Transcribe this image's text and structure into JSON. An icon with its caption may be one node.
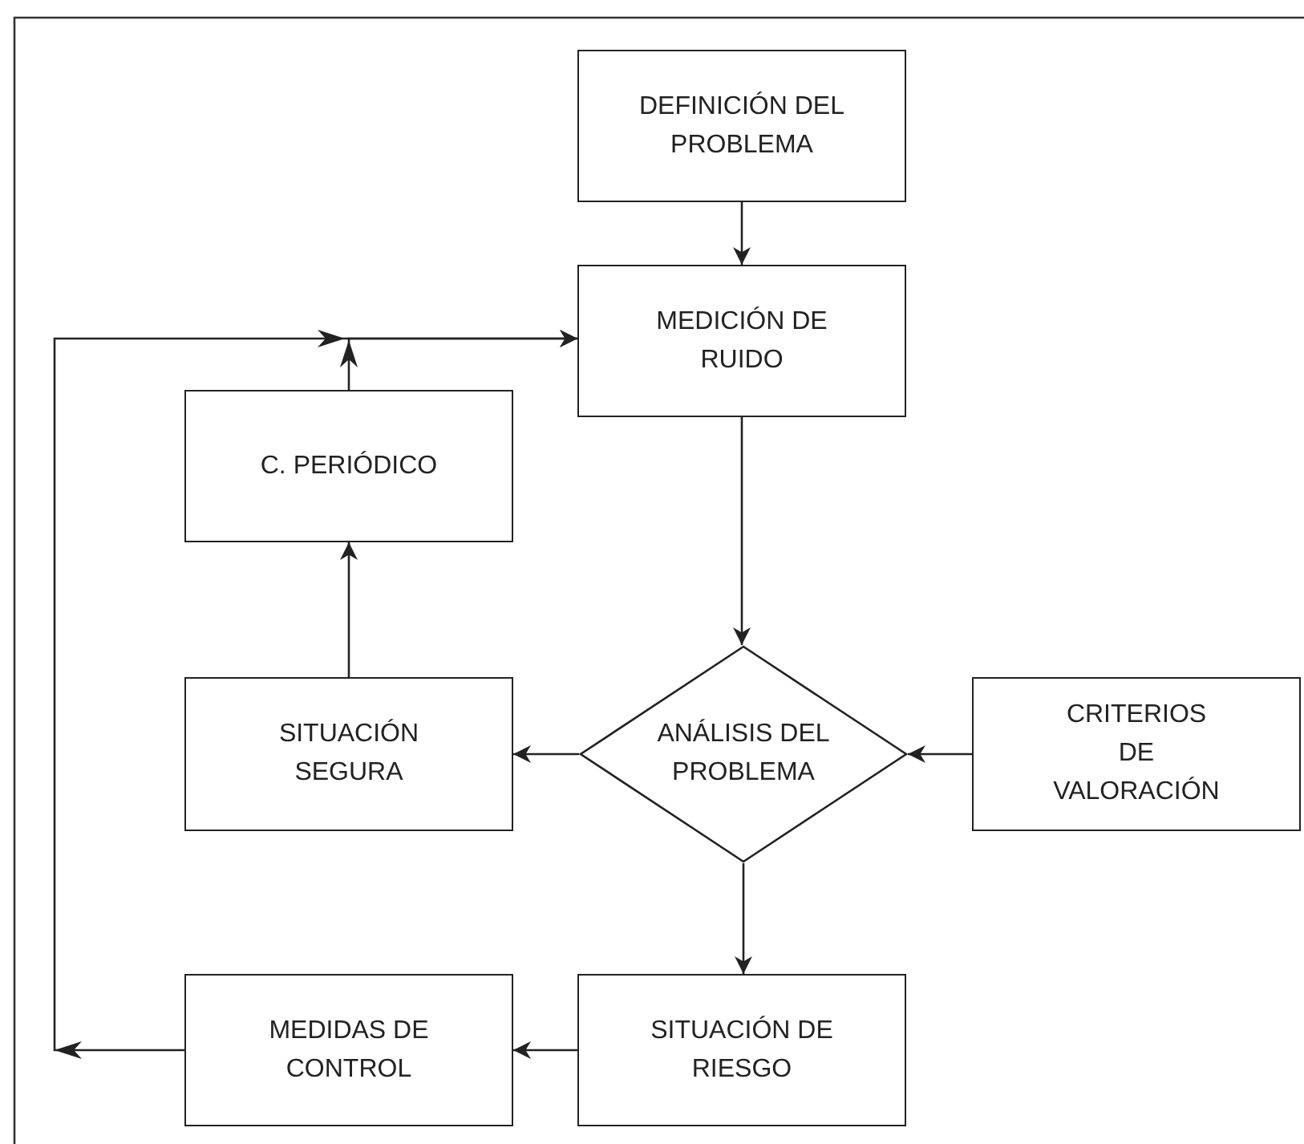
{
  "diagram": {
    "nodes": [
      {
        "text": [
          "DEFINICIÓN DEL PROBLEMA"
        ]
      },
      {
        "text": [
          "MEDICIÓN DE RUIDO"
        ]
      },
      {
        "text": [
          "C. PERIÓDICO"
        ]
      },
      {
        "text": [
          "ANÁLISIS DEL PROBLEMA"
        ]
      },
      {
        "text": [
          "SITUACIÓN SEGURA"
        ]
      },
      {
        "text": [
          "CRITERIOS DE VALORACIÓN"
        ]
      },
      {
        "text": [
          "SITUACIÓN DE RIESGO"
        ]
      },
      {
        "text": [
          "MEDIDAS DE CONTROL"
        ]
      }
    ],
    "edges": [
      {
        "from": 0,
        "to": 1,
        "arrow": "to"
      },
      {
        "from": 1,
        "to": 3,
        "arrow": "to"
      },
      {
        "from": 3,
        "to": 4,
        "arrow": "to"
      },
      {
        "from": 5,
        "to": 3,
        "arrow": "to"
      },
      {
        "from": 3,
        "to": 6,
        "arrow": "to"
      },
      {
        "from": 6,
        "to": 7,
        "arrow": "to"
      },
      {
        "from": 4,
        "to": 2,
        "arrow": "to"
      },
      {
        "from": 2,
        "to": 1,
        "arrow": "to"
      },
      {
        "from": 7,
        "to": 1,
        "arrow": "to"
      }
    ]
  }
}
